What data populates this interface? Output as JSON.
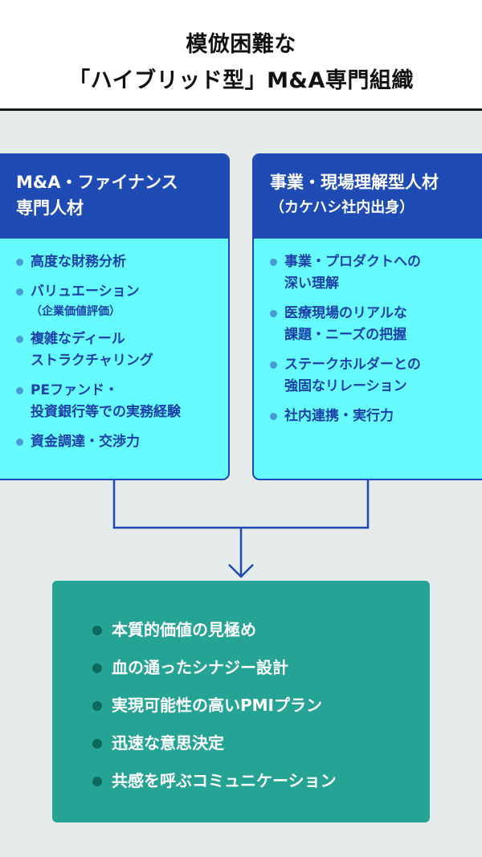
{
  "title": {
    "line1": "模倣困難な",
    "line2": "「ハイブリッド型」M&A専門組織"
  },
  "left_card": {
    "heading_line1": "M&A・ファイナンス",
    "heading_line2": "専門人材",
    "items": [
      {
        "line1": "高度な財務分析",
        "line2": "",
        "sub": ""
      },
      {
        "line1": "バリュエーション",
        "line2": "",
        "sub": "（企業価値評価）"
      },
      {
        "line1": "複雑なディール",
        "line2": "ストラクチャリング",
        "sub": ""
      },
      {
        "line1": "PEファンド・",
        "line2": "投資銀行等での実務経験",
        "sub": ""
      },
      {
        "line1": "資金調達・交渉力",
        "line2": "",
        "sub": ""
      }
    ]
  },
  "right_card": {
    "heading_line1": "事業・現場理解型人材",
    "heading_line2": "（カケハシ社内出身）",
    "items": [
      {
        "line1": "事業・プロダクトへの",
        "line2": "深い理解"
      },
      {
        "line1": "医療現場のリアルな",
        "line2": "課題・ニーズの把握"
      },
      {
        "line1": "ステークホルダーとの",
        "line2": "強固なリレーション"
      },
      {
        "line1": "社内連携・実行力",
        "line2": ""
      }
    ]
  },
  "result_box": {
    "items": [
      "本質的価値の見極め",
      "血の通ったシナジー設計",
      "実現可能性の高いPMIプラン",
      "迅速な意思決定",
      "共感を呼ぶコミュニケーション"
    ]
  },
  "colors": {
    "header_blue": "#1f4bb5",
    "card_cyan": "#66fcff",
    "item_text_blue": "#1d3fa8",
    "bullet_blue": "#4a9ad8",
    "result_teal": "#25a496",
    "result_bullet": "#0c6a5c",
    "background": "#e4ebea"
  }
}
